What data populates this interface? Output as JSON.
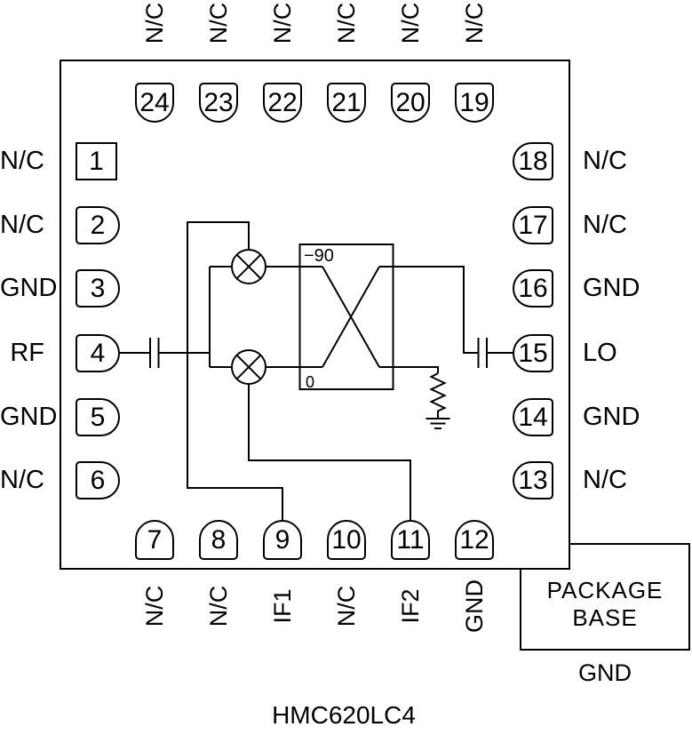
{
  "title": "HMC620LC4",
  "package_base": {
    "line1": "PACKAGE",
    "line2": "BASE",
    "ground_label": "GND"
  },
  "hybrid": {
    "phase_top": "−90",
    "phase_bottom": "0"
  },
  "colors": {
    "line": "#000000",
    "background": "#ffffff"
  },
  "pins": {
    "top": [
      {
        "num": "24",
        "label": "N/C"
      },
      {
        "num": "23",
        "label": "N/C"
      },
      {
        "num": "22",
        "label": "N/C"
      },
      {
        "num": "21",
        "label": "N/C"
      },
      {
        "num": "20",
        "label": "N/C"
      },
      {
        "num": "19",
        "label": "N/C"
      }
    ],
    "bottom": [
      {
        "num": "7",
        "label": "N/C"
      },
      {
        "num": "8",
        "label": "N/C"
      },
      {
        "num": "9",
        "label": "IF1"
      },
      {
        "num": "10",
        "label": "N/C"
      },
      {
        "num": "11",
        "label": "IF2"
      },
      {
        "num": "12",
        "label": "GND"
      }
    ],
    "left": [
      {
        "num": "1",
        "label": "N/C"
      },
      {
        "num": "2",
        "label": "N/C"
      },
      {
        "num": "3",
        "label": "GND"
      },
      {
        "num": "4",
        "label": "RF"
      },
      {
        "num": "5",
        "label": "GND"
      },
      {
        "num": "6",
        "label": "N/C"
      }
    ],
    "right": [
      {
        "num": "18",
        "label": "N/C"
      },
      {
        "num": "17",
        "label": "N/C"
      },
      {
        "num": "16",
        "label": "GND"
      },
      {
        "num": "15",
        "label": "LO"
      },
      {
        "num": "14",
        "label": "GND"
      },
      {
        "num": "13",
        "label": "N/C"
      }
    ]
  }
}
